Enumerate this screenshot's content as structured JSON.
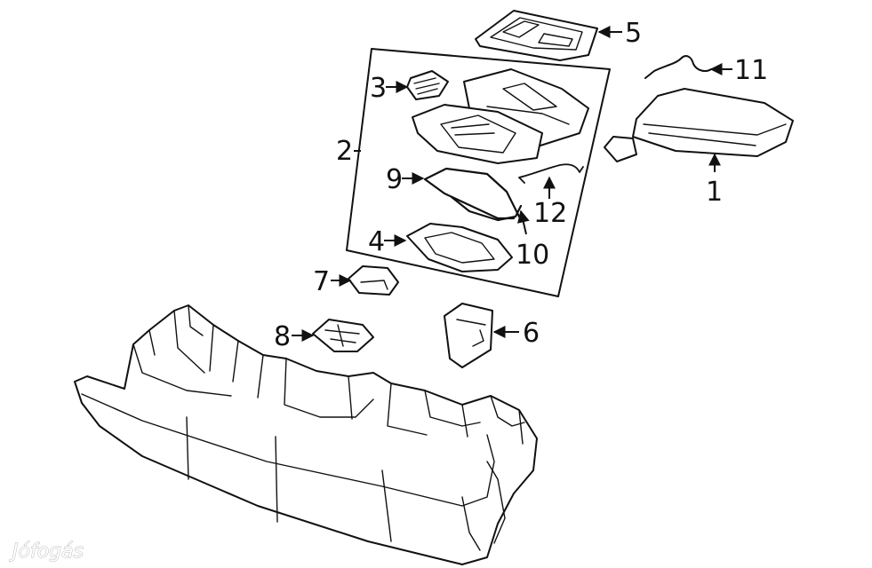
{
  "callouts": [
    {
      "id": "1",
      "label": "1"
    },
    {
      "id": "2",
      "label": "2"
    },
    {
      "id": "3",
      "label": "3"
    },
    {
      "id": "4",
      "label": "4"
    },
    {
      "id": "5",
      "label": "5"
    },
    {
      "id": "6",
      "label": "6"
    },
    {
      "id": "7",
      "label": "7"
    },
    {
      "id": "8",
      "label": "8"
    },
    {
      "id": "9",
      "label": "9"
    },
    {
      "id": "10",
      "label": "10"
    },
    {
      "id": "11",
      "label": "11"
    },
    {
      "id": "12",
      "label": "12"
    }
  ],
  "watermark": "Jófogás",
  "colors": {
    "line": "#111111",
    "background": "#ffffff"
  }
}
